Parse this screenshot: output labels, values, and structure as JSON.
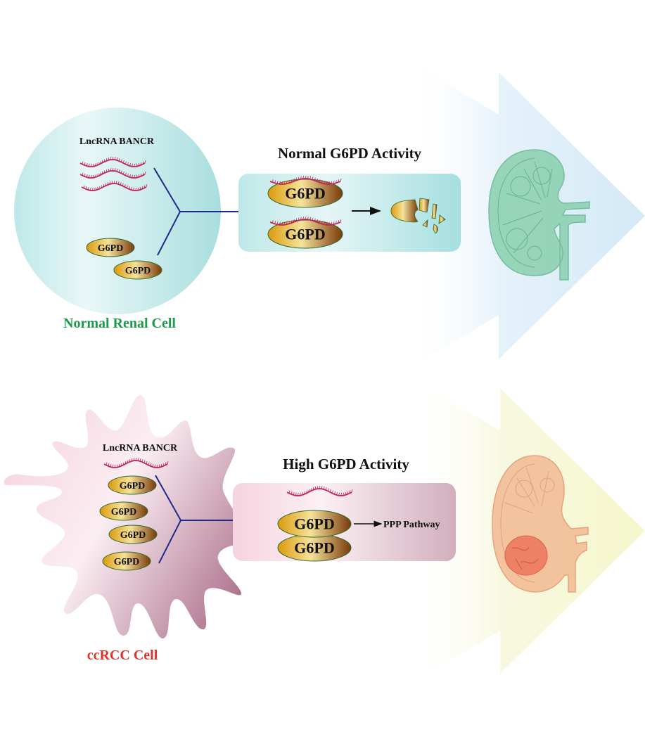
{
  "figure": {
    "type": "mechanism-diagram",
    "colors": {
      "normal_label": "#1a9a4a",
      "cancer_label": "#e0312a",
      "connector_line": "#1f2a8a",
      "rna_strand": "#c0245a",
      "enzyme_gold": "#e6a514",
      "enzyme_brown": "#7a3c0c",
      "enzyme_outline": "#2e6b2e",
      "normal_cell_fill": "#b2e3e3",
      "cancer_cell_fill": "#f4d3df",
      "normal_arrow": "#d5eaf6",
      "cancer_arrow": "#f6f7cf",
      "healthy_kidney": "#7ccaa8",
      "tumor_kidney": "#f2b08a"
    }
  },
  "normal_panel": {
    "cell_label": "Normal Renal Cell",
    "rna_label": "LncRNA BANCR",
    "rna_count": 3,
    "enzymes": [
      "G6PD",
      "G6PD"
    ],
    "activity_title": "Normal G6PD Activity",
    "complex_enzymes": [
      "G6PD",
      "G6PD"
    ],
    "outcome_icon": "degraded-enzyme-fragments-icon",
    "organ_icon": "healthy-kidney-icon"
  },
  "cancer_panel": {
    "cell_label": "ccRCC Cell",
    "rna_label": "LncRNA BANCR",
    "rna_count": 1,
    "enzymes": [
      "G6PD",
      "G6PD",
      "G6PD",
      "G6PD"
    ],
    "activity_title": "High G6PD Activity",
    "complex_enzymes": [
      "G6PD",
      "G6PD"
    ],
    "outcome_label": "PPP Pathway",
    "organ_icon": "tumor-kidney-icon"
  }
}
